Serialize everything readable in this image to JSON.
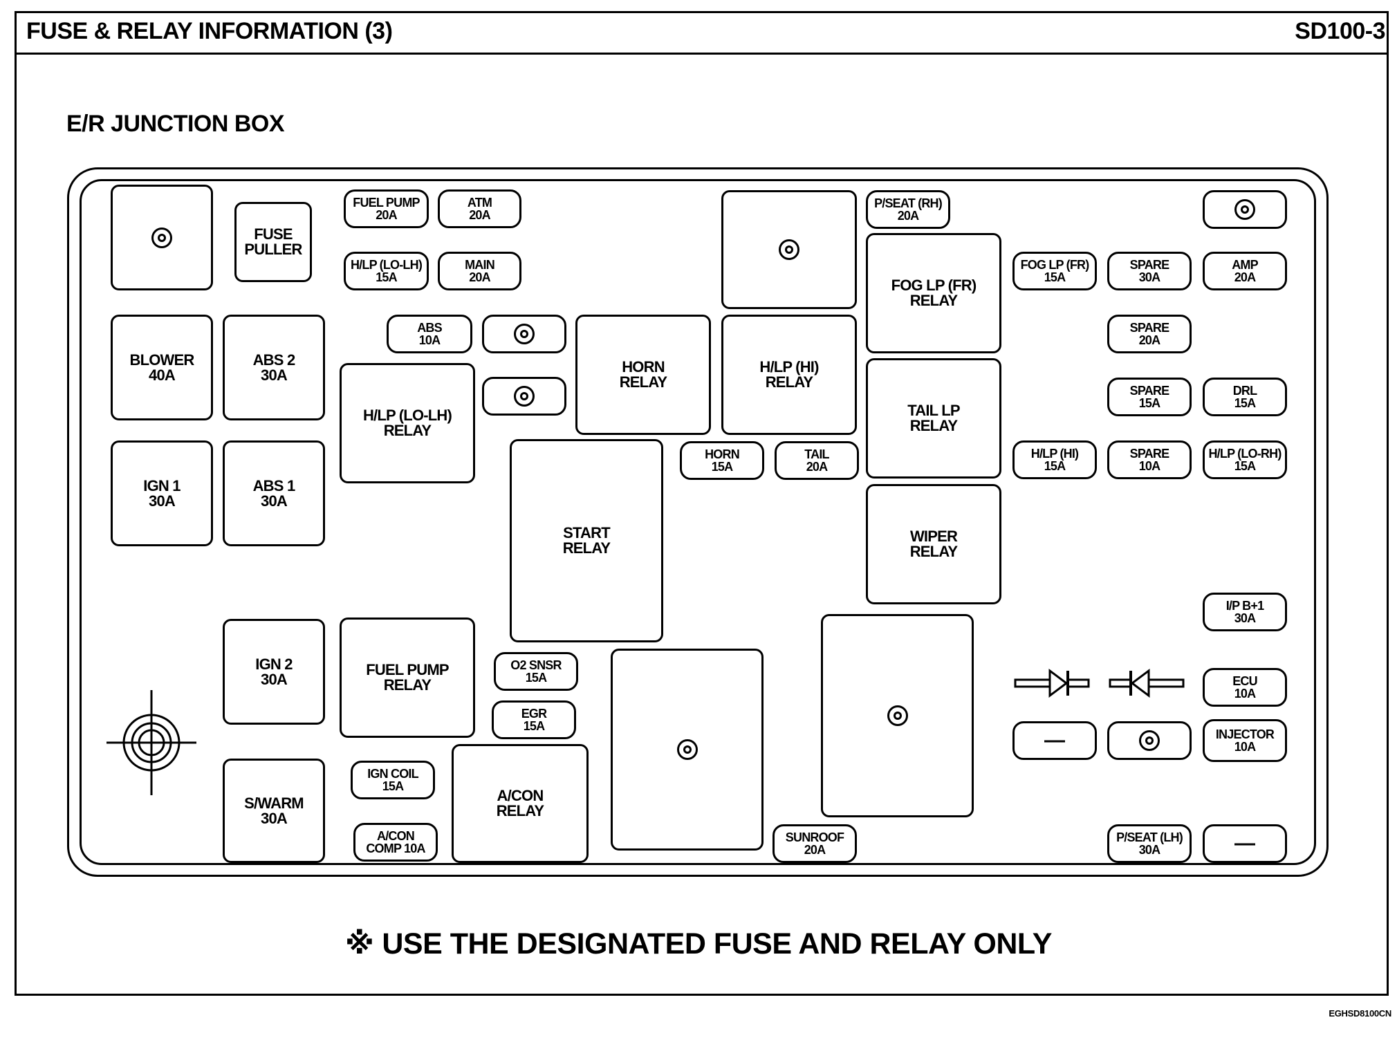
{
  "header": {
    "title": "FUSE & RELAY INFORMATION (3)",
    "code": "SD100-3"
  },
  "section_title": "E/R JUNCTION BOX",
  "components": {
    "fuse_puller": [
      "FUSE",
      "PULLER"
    ],
    "blower": [
      "BLOWER",
      "40A"
    ],
    "abs2": [
      "ABS 2",
      "30A"
    ],
    "ign1": [
      "IGN 1",
      "30A"
    ],
    "abs1": [
      "ABS 1",
      "30A"
    ],
    "ign2": [
      "IGN 2",
      "30A"
    ],
    "swarm": [
      "S/WARM",
      "30A"
    ],
    "fuel_pump_fuse": [
      "FUEL PUMP",
      "20A"
    ],
    "atm": [
      "ATM",
      "20A"
    ],
    "hlp_lo_lh_fuse": [
      "H/LP (LO-LH)",
      "15A"
    ],
    "main": [
      "MAIN",
      "20A"
    ],
    "abs": [
      "ABS",
      "10A"
    ],
    "hlp_lo_lh_relay": [
      "H/LP (LO-LH)",
      "RELAY"
    ],
    "horn_relay": [
      "HORN",
      "RELAY"
    ],
    "hlp_hi_relay": [
      "H/LP (HI)",
      "RELAY"
    ],
    "horn_fuse": [
      "HORN",
      "15A"
    ],
    "tail_fuse": [
      "TAIL",
      "20A"
    ],
    "start_relay": [
      "START",
      "RELAY"
    ],
    "fuel_pump_relay": [
      "FUEL PUMP",
      "RELAY"
    ],
    "o2_snsr": [
      "O2 SNSR",
      "15A"
    ],
    "egr": [
      "EGR",
      "15A"
    ],
    "ign_coil": [
      "IGN COIL",
      "15A"
    ],
    "acon_comp": [
      "A/CON",
      "COMP 10A"
    ],
    "acon_relay": [
      "A/CON",
      "RELAY"
    ],
    "sunroof": [
      "SUNROOF",
      "20A"
    ],
    "pseat_rh": [
      "P/SEAT (RH)",
      "20A"
    ],
    "fog_lp_fr_relay": [
      "FOG LP (FR)",
      "RELAY"
    ],
    "tail_lp_relay": [
      "TAIL LP",
      "RELAY"
    ],
    "wiper_relay": [
      "WIPER",
      "RELAY"
    ],
    "fog_lp_fr_fuse": [
      "FOG LP (FR)",
      "15A"
    ],
    "spare_30a": [
      "SPARE",
      "30A"
    ],
    "amp": [
      "AMP",
      "20A"
    ],
    "spare_20a": [
      "SPARE",
      "20A"
    ],
    "spare_15a": [
      "SPARE",
      "15A"
    ],
    "drl": [
      "DRL",
      "15A"
    ],
    "hlp_hi_fuse": [
      "H/LP (HI)",
      "15A"
    ],
    "spare_10a": [
      "SPARE",
      "10A"
    ],
    "hlp_lo_rh": [
      "H/LP (LO-RH)",
      "15A"
    ],
    "ip_b1": [
      "I/P B+1",
      "30A"
    ],
    "ecu": [
      "ECU",
      "10A"
    ],
    "injector": [
      "INJECTOR",
      "10A"
    ],
    "pseat_lh": [
      "P/SEAT (LH)",
      "30A"
    ],
    "dash_symbol": "—"
  },
  "note": {
    "mark": "※",
    "text": "USE THE DESIGNATED FUSE AND RELAY ONLY"
  },
  "footer_code": "EGHSD8100CN"
}
